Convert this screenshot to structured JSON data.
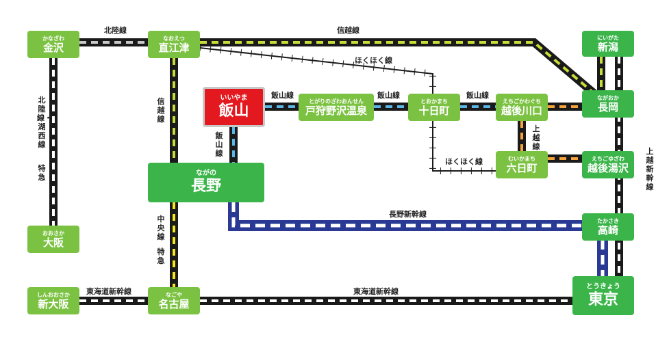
{
  "colors": {
    "line_black": "#1a1a1a",
    "dash_white": "#ffffff",
    "dash_gray": "#c8c8c8",
    "dash_yellowgreen": "#c8dc37",
    "dash_lightblue": "#59b6e6",
    "dash_orange": "#f4a23b",
    "dash_yellow": "#f5e61e",
    "shinkansen_blue": "#2a3a94",
    "station_green": "#7cc242",
    "station_big": "#3bb54a",
    "station_main": "#e3191f"
  },
  "stations": {
    "kanazawa": {
      "ruby": "かなざわ",
      "name": "金沢"
    },
    "naoetsu": {
      "ruby": "なおえつ",
      "name": "直江津"
    },
    "niigata": {
      "ruby": "にいがた",
      "name": "新潟"
    },
    "iiyama": {
      "ruby": "いいやま",
      "name": "飯山"
    },
    "togari": {
      "ruby": "とがりのざわおんせん",
      "name": "戸狩野沢温泉"
    },
    "tokamachi": {
      "ruby": "とおかまち",
      "name": "十日町"
    },
    "echigokawaguchi": {
      "ruby": "えちごかわぐち",
      "name": "越後川口"
    },
    "nagaoka": {
      "ruby": "ながおか",
      "name": "長岡"
    },
    "muikamachi": {
      "ruby": "むいかまち",
      "name": "六日町"
    },
    "echigoyuzawa": {
      "ruby": "えちごゆざわ",
      "name": "越後湯沢"
    },
    "nagano": {
      "ruby": "ながの",
      "name": "長野"
    },
    "osaka": {
      "ruby": "おおさか",
      "name": "大阪"
    },
    "takasaki": {
      "ruby": "たかさき",
      "name": "高崎"
    },
    "shinosaka": {
      "ruby": "しんおおさか",
      "name": "新大阪"
    },
    "nagoya": {
      "ruby": "なごや",
      "name": "名古屋"
    },
    "tokyo": {
      "ruby": "とうきょう",
      "name": "東京"
    }
  },
  "lines": {
    "hokuriku": "北陸線",
    "shinetsu_top": "信越線",
    "hokuhoku_top": "ほくほく線",
    "iiyama_1": "飯山線",
    "iiyama_2": "飯山線",
    "iiyama_3": "飯山線",
    "iiyama_v": "飯山線",
    "shinetsu_left": "信越線",
    "hokuriku_kosei": "北陸線・湖西線",
    "tokkyu_left": "特急",
    "joetsu": "上越線",
    "hokuhoku_mid": "ほくほく線",
    "joetsu_shinkansen": "上越新幹線",
    "nagano_shinkansen": "長野新幹線",
    "chuo": "中央線",
    "tokkyu_chuo": "特急",
    "tokaido_left": "東海道新幹線",
    "tokaido_right": "東海道新幹線"
  }
}
